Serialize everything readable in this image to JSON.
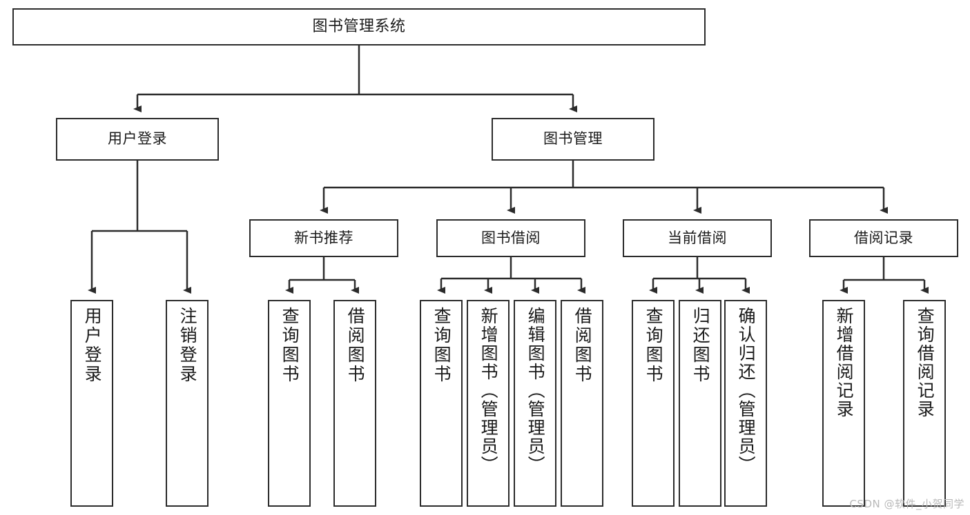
{
  "diagram": {
    "title": "图书管理系统",
    "type": "tree-hierarchy",
    "stroke_color": "#2b2b2b",
    "text_color": "#1a1a1a",
    "background_color": "#ffffff"
  },
  "nodes": {
    "root": {
      "label": "图书管理系统"
    },
    "level2": [
      {
        "label": "用户登录"
      },
      {
        "label": "图书管理"
      }
    ],
    "level3": [
      {
        "label": "新书推荐"
      },
      {
        "label": "图书借阅"
      },
      {
        "label": "当前借阅"
      },
      {
        "label": "借阅记录"
      }
    ],
    "leaves": {
      "user_login": [
        {
          "label": "用户登录"
        },
        {
          "label": "注销登录"
        }
      ],
      "new_book_recommend": [
        {
          "label": "查询图书"
        },
        {
          "label": "借阅图书"
        }
      ],
      "book_borrow": [
        {
          "label": "查询图书"
        },
        {
          "label": "新增图书（管理员）"
        },
        {
          "label": "编辑图书（管理员）"
        },
        {
          "label": "借阅图书"
        }
      ],
      "current_borrow": [
        {
          "label": "查询图书"
        },
        {
          "label": "归还图书"
        },
        {
          "label": "确认归还（管理员）"
        }
      ],
      "borrow_record": [
        {
          "label": "新增借阅记录"
        },
        {
          "label": "查询借阅记录"
        }
      ]
    }
  },
  "watermark": {
    "text": "CSDN @软件_小贺同学"
  }
}
